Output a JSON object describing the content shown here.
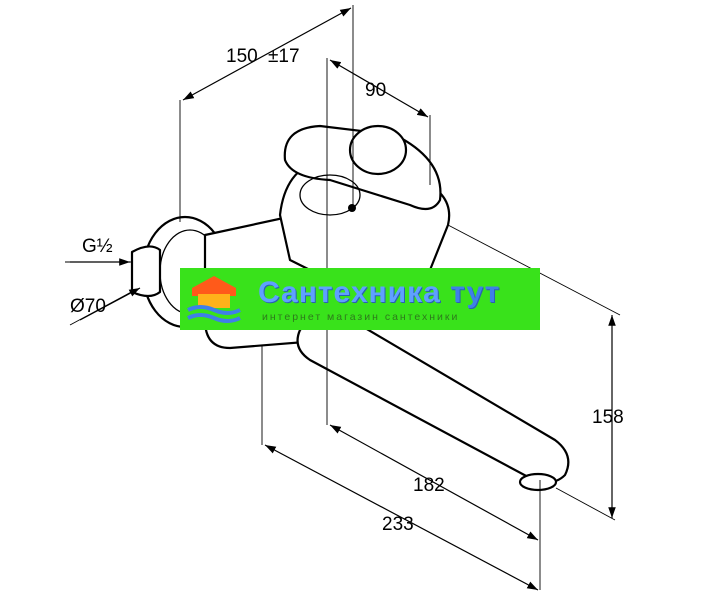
{
  "drawing": {
    "dimensions": {
      "width_total": "150",
      "width_tolerance": "±17",
      "spout_offset": "90",
      "thread": "G½",
      "flange_diameter": "Ø70",
      "height": "158",
      "spout_reach": "182",
      "overall_reach": "233"
    }
  },
  "watermark": {
    "title_main": "Сантехника",
    "title_accent": " тут",
    "subtitle": "интернет магазин сантехники",
    "colors": {
      "banner": "#39e21b",
      "title": "#5fa0ff",
      "logo": "#ff5a1a"
    }
  }
}
